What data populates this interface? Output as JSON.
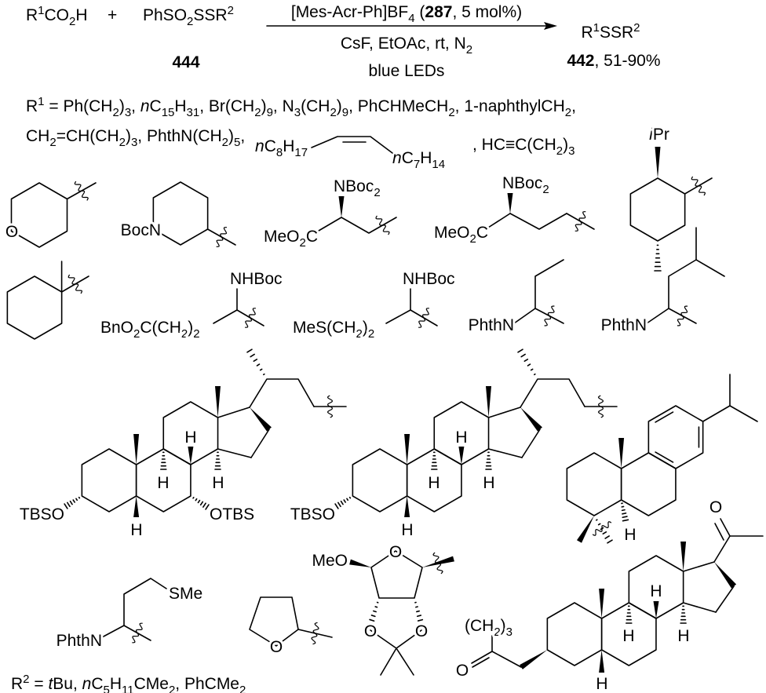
{
  "scheme": {
    "acid": "R^{1}CO_{2}H",
    "plus": "+",
    "reagent": "PhSO_{2}SSR^{2}",
    "reagent_id": "444",
    "conditions": [
      "[Mes-Acr-Ph]BF_{4} (**287**, 5 mol%)",
      "CsF, EtOAc, rt, N_{2}",
      "blue LEDs"
    ],
    "product": "R^{1}SSR^{2}",
    "product_yield": "**442**, 51-90%"
  },
  "r1": {
    "line1": "R^{1} = Ph(CH_{2})_{3}, *n*C_{15}H_{31}, Br(CH_{2})_{9}, N_{3}(CH_{2})_{9}, PhCHMeCH_{2}, 1-naphthylCH_{2},",
    "line2": "CH_{2}=CH(CH_{2})_{3}, PhthN(CH_{2})_{5},",
    "oleyl_left": "*n*C_{8}H_{17}",
    "oleyl_right": "*n*C_{7}H_{14}",
    "alkyne": ", HC≡C(CH_{2})_{3}"
  },
  "labels": {
    "oxygen": "O",
    "hydrogen": "H",
    "boc_n": "BocN",
    "ester": "MeO_{2}C",
    "nboc2": "NBoc_{2}",
    "ipr": "*i*Pr",
    "nhboc": "NHBoc",
    "bn_ester_chain": "BnO_{2}C(CH_{2})_{2}",
    "mes_chain": "MeS(CH_{2})_{2}",
    "phthn": "PhthN",
    "tbso": "TBSO",
    "otbs": "OTBS",
    "sme": "SMe",
    "meo": "MeO",
    "ch2_3": "(CH_{2})_{3}"
  },
  "r2": "R^{2} = *t*Bu, *n*C_{5}H_{11}CMe_{2}, PhCMe_{2}"
}
